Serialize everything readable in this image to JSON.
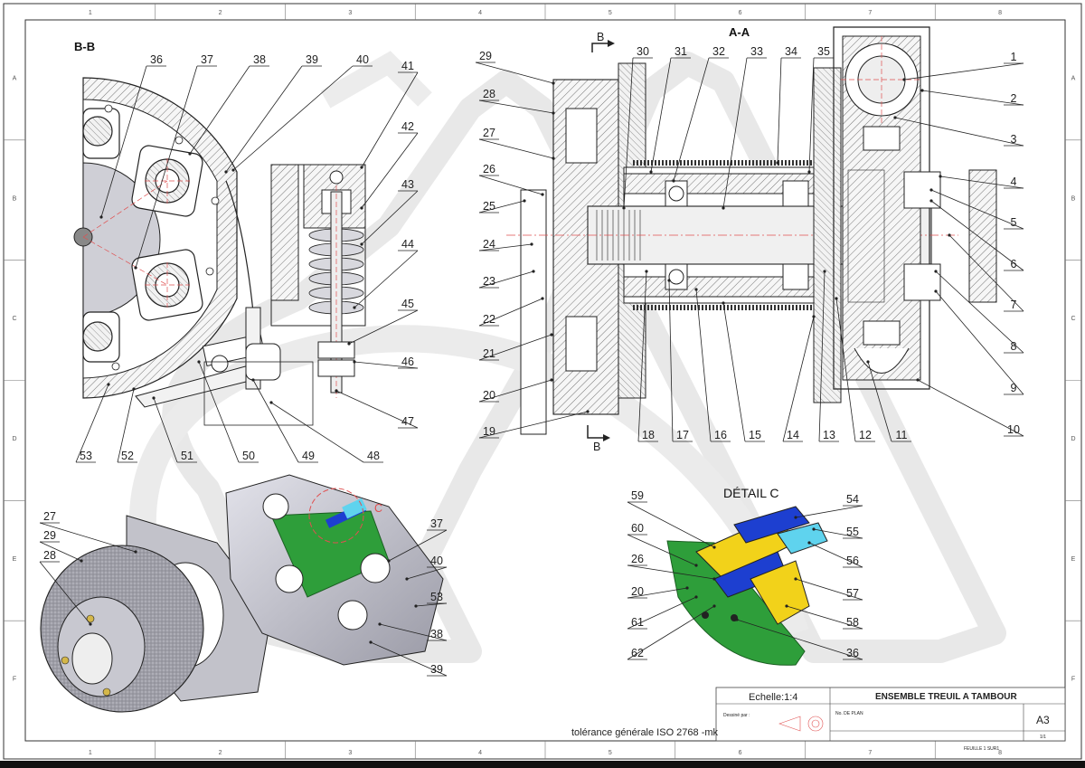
{
  "views": {
    "section_bb": "B-B",
    "section_aa": "A-A",
    "detail_c": "DÉTAIL C",
    "cut_mark": "B",
    "detail_mark": "C"
  },
  "zones": {
    "columns": [
      "1",
      "2",
      "3",
      "4",
      "5",
      "6",
      "7",
      "8"
    ],
    "rows": [
      "A",
      "B",
      "C",
      "D",
      "E",
      "F"
    ]
  },
  "balloons_bb": [
    "36",
    "37",
    "38",
    "39",
    "40",
    "41",
    "42",
    "43",
    "44",
    "45",
    "46",
    "47",
    "48",
    "49",
    "50",
    "51",
    "52",
    "53"
  ],
  "balloons_aa_top": [
    "29",
    "30",
    "31",
    "32",
    "33",
    "34",
    "35"
  ],
  "balloons_aa_left": [
    "28",
    "27",
    "26",
    "25",
    "24",
    "23",
    "22",
    "21",
    "20",
    "19"
  ],
  "balloons_aa_right": [
    "1",
    "2",
    "3",
    "4",
    "5",
    "6",
    "7",
    "8",
    "9",
    "10"
  ],
  "balloons_aa_bottom": [
    "18",
    "17",
    "16",
    "15",
    "14",
    "13",
    "12",
    "11"
  ],
  "balloons_iso_left": [
    "27",
    "29",
    "28"
  ],
  "balloons_iso_right": [
    "37",
    "40",
    "53",
    "38",
    "39"
  ],
  "balloons_detail_left": [
    "59",
    "60",
    "26",
    "20",
    "61",
    "62"
  ],
  "balloons_detail_right": [
    "54",
    "55",
    "56",
    "57",
    "58",
    "36"
  ],
  "title_block": {
    "scale": "Echelle:1:4",
    "title": "ENSEMBLE TREUIL A TAMBOUR",
    "drawn_by": "Dessiné par :",
    "plan_no": "No. DE PLAN",
    "format": "A3",
    "sheet": "FEUILLE 1 SUR1",
    "revision": "1/1"
  },
  "tolerance": "tolérance générale ISO 2768 -mk",
  "colors": {
    "line": "#222222",
    "hatch": "#777777",
    "construction": "#e05050",
    "green": "#2e9e3a",
    "yellow": "#f2d21a",
    "cyan": "#5fd3ee",
    "blue": "#1d3fd0",
    "metal": "#b9b9c4",
    "watermark": "#d9d9d9"
  }
}
